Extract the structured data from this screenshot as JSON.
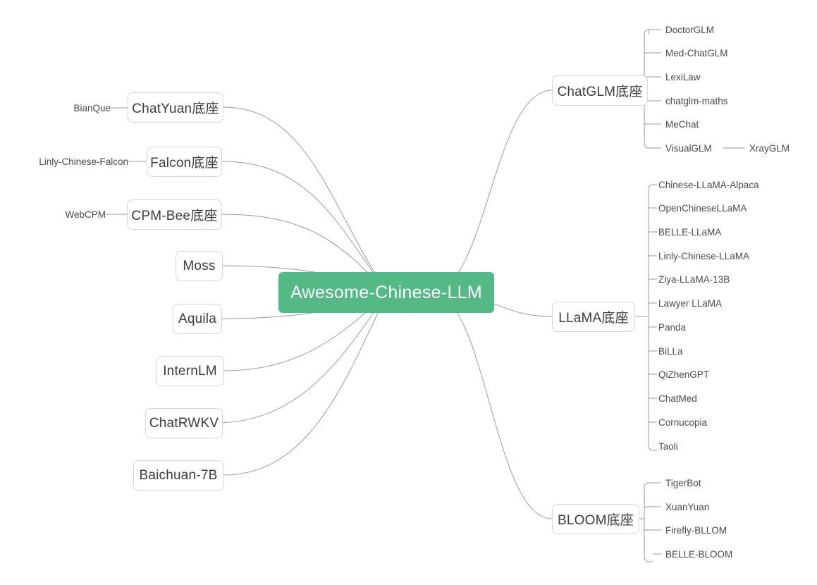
{
  "diagram": {
    "type": "mind-map",
    "title": "Awesome-Chinese-LLM",
    "colors": {
      "root_fill": "#53b985",
      "root_text": "#ffffff",
      "node_border": "#d4d4d4",
      "node_fill": "#ffffff",
      "node_text": "#3c3c3c",
      "leaf_text": "#4a4a4a",
      "line": "#9a9a9a",
      "background": "#ffffff"
    }
  },
  "root": {
    "label": "Awesome-Chinese-LLM"
  },
  "left_branches": [
    {
      "label": "ChatYuan底座",
      "leaf": "BianQue"
    },
    {
      "label": "Falcon底座",
      "leaf": "Linly-Chinese-Falcon"
    },
    {
      "label": "CPM-Bee底座",
      "leaf": "WebCPM"
    },
    {
      "label": "Moss",
      "leaf": ""
    },
    {
      "label": "Aquila",
      "leaf": ""
    },
    {
      "label": "InternLM",
      "leaf": ""
    },
    {
      "label": "ChatRWKV",
      "leaf": ""
    },
    {
      "label": "Baichuan-7B",
      "leaf": ""
    }
  ],
  "right_branches": [
    {
      "label": "ChatGLM底座",
      "children": [
        {
          "label": "DoctorGLM"
        },
        {
          "label": "Med-ChatGLM"
        },
        {
          "label": "LexiLaw"
        },
        {
          "label": "chatglm-maths"
        },
        {
          "label": "MeChat"
        },
        {
          "label": "VisualGLM",
          "child": "XrayGLM"
        }
      ]
    },
    {
      "label": "LLaMA底座",
      "children": [
        {
          "label": "Chinese-LLaMA-Alpaca"
        },
        {
          "label": "OpenChineseLLaMA"
        },
        {
          "label": "BELLE-LLaMA"
        },
        {
          "label": "Linly-Chinese-LLaMA"
        },
        {
          "label": "Ziya-LLaMA-13B"
        },
        {
          "label": "Lawyer LLaMA"
        },
        {
          "label": "Panda"
        },
        {
          "label": "BiLLa"
        },
        {
          "label": "QiZhenGPT"
        },
        {
          "label": "ChatMed"
        },
        {
          "label": "Cornucopia"
        },
        {
          "label": "Taoli"
        }
      ]
    },
    {
      "label": "BLOOM底座",
      "children": [
        {
          "label": "TigerBot"
        },
        {
          "label": "XuanYuan"
        },
        {
          "label": "Firefly-BLLOM"
        },
        {
          "label": "BELLE-BLOOM"
        }
      ]
    }
  ]
}
